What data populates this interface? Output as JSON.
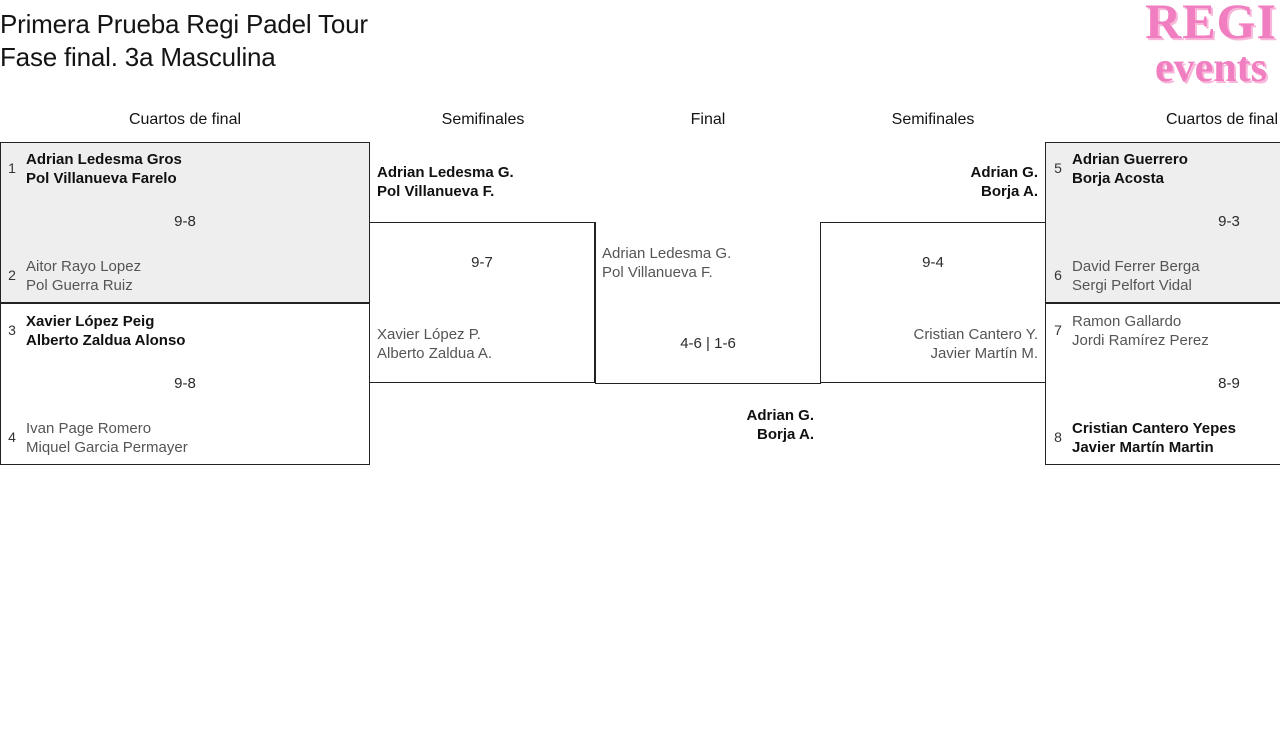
{
  "header": {
    "title_line1": "Primera Prueba Regi Padel Tour",
    "title_line2": "Fase final. 3a Masculina",
    "logo_top": "REGI",
    "logo_bottom": "events"
  },
  "rounds": [
    {
      "label": "Cuartos de final"
    },
    {
      "label": "Semifinales"
    },
    {
      "label": "Final"
    },
    {
      "label": "Semifinales"
    },
    {
      "label": "Cuartos de final"
    }
  ],
  "bracket": {
    "left_quarterfinals": [
      {
        "top": {
          "seed": "1",
          "p1": "Adrian Ledesma Gros",
          "p2": "Pol Villanueva Farelo",
          "result": "winner"
        },
        "bottom": {
          "seed": "2",
          "p1": "Aitor Rayo Lopez",
          "p2": "Pol Guerra Ruiz",
          "result": "loser"
        },
        "score": "9-8"
      },
      {
        "top": {
          "seed": "3",
          "p1": "Xavier López Peig",
          "p2": "Alberto Zaldua Alonso",
          "result": "winner"
        },
        "bottom": {
          "seed": "4",
          "p1": "Ivan Page Romero",
          "p2": "Miquel Garcia Permayer",
          "result": "loser"
        },
        "score": "9-8"
      }
    ],
    "left_semifinal": {
      "top": {
        "p1": "Adrian Ledesma G.",
        "p2": "Pol Villanueva F.",
        "result": "winner"
      },
      "bottom": {
        "p1": "Xavier López P.",
        "p2": "Alberto Zaldua A.",
        "result": "loser"
      },
      "score": "9-7"
    },
    "final": {
      "left_finalist": {
        "p1": "Adrian Ledesma G.",
        "p2": "Pol Villanueva F.",
        "result": "loser"
      },
      "right_finalist": {
        "p1": "Adrian G.",
        "p2": "Borja A.",
        "result": "winner"
      },
      "score": "4-6 | 1-6"
    },
    "right_semifinal": {
      "top": {
        "p1": "Adrian G.",
        "p2": "Borja A.",
        "result": "winner"
      },
      "bottom": {
        "p1": "Cristian Cantero Y.",
        "p2": "Javier Martín M.",
        "result": "loser"
      },
      "score": "9-4"
    },
    "right_quarterfinals": [
      {
        "top": {
          "seed": "5",
          "p1": "Adrian Guerrero",
          "p2": "Borja Acosta",
          "result": "winner"
        },
        "bottom": {
          "seed": "6",
          "p1": "David Ferrer Berga",
          "p2": "Sergi Pelfort Vidal",
          "result": "loser"
        },
        "score": "9-3"
      },
      {
        "top": {
          "seed": "7",
          "p1": "Ramon Gallardo",
          "p2": "Jordi Ramírez Perez",
          "result": "loser"
        },
        "bottom": {
          "seed": "8",
          "p1": "Cristian Cantero Yepes",
          "p2": "Javier Martín Martin",
          "result": "winner"
        },
        "score": "8-9"
      }
    ]
  },
  "colors": {
    "brand_pink": "#f07ec0",
    "shaded_row": "#eeeeee",
    "border": "#222222",
    "winner_text": "#111111",
    "loser_text": "#555555"
  }
}
